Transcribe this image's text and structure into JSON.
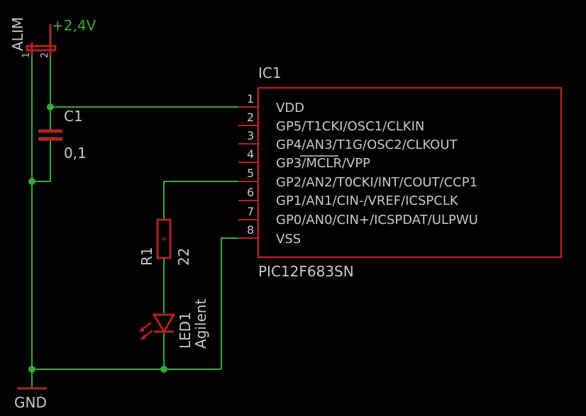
{
  "connector": {
    "name": "ALIM",
    "pin1": "1",
    "pin2": "2"
  },
  "supply": {
    "label": "+2,4V"
  },
  "ground": {
    "label": "GND"
  },
  "capacitor": {
    "name": "C1",
    "value": "0,1"
  },
  "resistor": {
    "name": "R1",
    "value": "22"
  },
  "led": {
    "name": "LED1",
    "value": "Agilent"
  },
  "ic": {
    "name": "IC1",
    "part": "PIC12F683SN",
    "pins": [
      {
        "num": "1",
        "label": "VDD"
      },
      {
        "num": "2",
        "label": "GP5/T1CKI/OSC1/CLKIN"
      },
      {
        "num": "3",
        "label": "GP4/AN3/T1G/OSC2/CLKOUT"
      },
      {
        "num": "4",
        "label": "GP3/MCLR/VPP"
      },
      {
        "num": "5",
        "label": "GP2/AN2/T0CKI/INT/COUT/CCP1"
      },
      {
        "num": "6",
        "label": "GP1/AN1/CIN-/VREF/ICSPCLK"
      },
      {
        "num": "7",
        "label": "GP0/AN0/CIN+/ICSPDAT/ULPWU"
      },
      {
        "num": "8",
        "label": "VSS"
      }
    ]
  },
  "colors": {
    "wire": "#33aa33",
    "symbol": "#b22222",
    "text": "#c8c8c8",
    "supply_text": "#33aa33",
    "background": "#000000"
  }
}
